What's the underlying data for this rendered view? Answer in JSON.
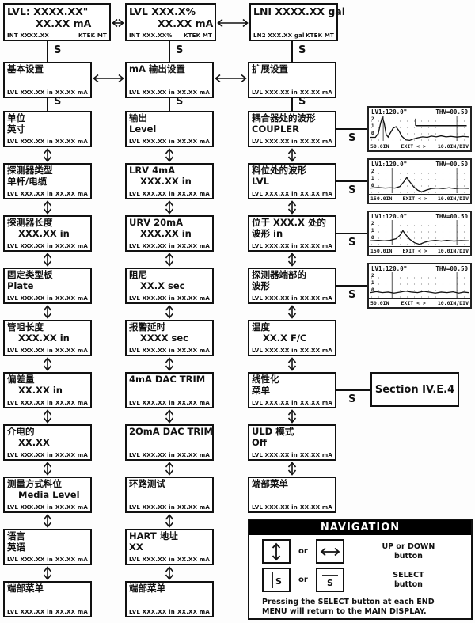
{
  "labels": {
    "s": "S",
    "or": "or"
  },
  "status": {
    "left": "LVL XXX.XX in",
    "right": "XX.XX mA"
  },
  "top_displays": [
    {
      "lines": [
        "LVL: XXXX.XX\"",
        "XX.XX mA"
      ],
      "ind": true,
      "foot_left": "INT XXXX.XX",
      "foot_right": "KTEK MT"
    },
    {
      "lines": [
        "LVL XXX.X%",
        "XX.XX mA"
      ],
      "ind": true,
      "foot_left": "INT XXX.XX%",
      "foot_right": "KTEK MT"
    },
    {
      "lines": [
        "LNI XXXX.XX gal"
      ],
      "foot_left": "LN2 XXX.XX gal",
      "foot_right": "KTEK MT"
    }
  ],
  "settings_row": [
    {
      "lines": [
        "基本设置"
      ]
    },
    {
      "lines": [
        "mA 输出设置"
      ]
    },
    {
      "lines": [
        "扩展设置"
      ]
    }
  ],
  "columns": [
    {
      "boxes": [
        {
          "lines": [
            "单位",
            "英寸"
          ]
        },
        {
          "lines": [
            "探测器类型",
            "单杆/电缆"
          ]
        },
        {
          "lines": [
            "探测器长度",
            "XXX.XX in"
          ],
          "ind": true
        },
        {
          "lines": [
            "固定类型板",
            "Plate"
          ]
        },
        {
          "lines": [
            "管咀长度",
            "XXX.XX in"
          ],
          "ind": true
        },
        {
          "lines": [
            "偏差量",
            "XX.XX in"
          ],
          "ind": true
        },
        {
          "lines": [
            "介电的",
            "XX.XX"
          ],
          "ind": true
        },
        {
          "lines": [
            "测量方式料位",
            "Media Level"
          ],
          "ind": true
        },
        {
          "lines": [
            "语言",
            "英语"
          ]
        },
        {
          "lines": [
            "端部菜单"
          ]
        }
      ]
    },
    {
      "boxes": [
        {
          "lines": [
            "输出",
            "Level"
          ]
        },
        {
          "lines": [
            "LRV 4mA",
            "XXX.XX in"
          ],
          "ind": true
        },
        {
          "lines": [
            "URV 20mA",
            "XXX.XX in"
          ],
          "ind": true
        },
        {
          "lines": [
            "阻尼",
            "XX.X sec"
          ],
          "ind": true
        },
        {
          "lines": [
            "报警延时",
            "XXXX sec"
          ],
          "ind": true
        },
        {
          "lines": [
            "4mA DAC TRIM"
          ]
        },
        {
          "lines": [
            "2OmA DAC TRIM"
          ]
        },
        {
          "lines": [
            "环路测试"
          ]
        },
        {
          "lines": [
            "HART 地址",
            "XX"
          ]
        },
        {
          "lines": [
            "端部菜单"
          ]
        }
      ]
    },
    {
      "boxes": [
        {
          "lines": [
            "耦合器处的波形",
            "COUPLER"
          ],
          "link": true
        },
        {
          "lines": [
            "料位处的波形",
            "LVL"
          ],
          "link": true
        },
        {
          "lines": [
            "位于 XXX.X 处的",
            "波形 in"
          ],
          "link": true
        },
        {
          "lines": [
            "探测器端部的",
            "波形"
          ],
          "link": true
        },
        {
          "lines": [
            "温度",
            "XX.X F/C"
          ],
          "ind": true
        },
        {
          "lines": [
            "线性化",
            "菜单"
          ],
          "link": true,
          "section": true
        },
        {
          "lines": [
            "ULD 模式",
            "Off"
          ]
        },
        {
          "lines": [
            "端部菜单"
          ]
        }
      ]
    }
  ],
  "waveforms": [
    {
      "header_left": "LV1:120.0\"",
      "header_right": "THV=00.50",
      "range": "50.0IN",
      "exit": "EXIT < >",
      "scale": "10.0IN/DIV",
      "y_labels": [
        "2",
        "1",
        "0"
      ],
      "vlines": [
        [
          13,
          0,
          100
        ],
        [
          88,
          0,
          100
        ]
      ],
      "extra": [
        [
          46,
          12,
          46,
          40
        ],
        [
          46,
          40,
          98,
          40
        ]
      ],
      "trace": [
        [
          0,
          86
        ],
        [
          5,
          86
        ],
        [
          8,
          70
        ],
        [
          10,
          35
        ],
        [
          12,
          6
        ],
        [
          14,
          30
        ],
        [
          16,
          75
        ],
        [
          18,
          85
        ],
        [
          20,
          70
        ],
        [
          23,
          50
        ],
        [
          26,
          44
        ],
        [
          29,
          60
        ],
        [
          32,
          82
        ],
        [
          36,
          96
        ],
        [
          40,
          98
        ],
        [
          44,
          92
        ],
        [
          48,
          88
        ],
        [
          53,
          84
        ],
        [
          58,
          86
        ],
        [
          62,
          81
        ],
        [
          67,
          84
        ],
        [
          72,
          80
        ],
        [
          77,
          84
        ],
        [
          82,
          82
        ],
        [
          88,
          85
        ],
        [
          94,
          82
        ],
        [
          100,
          84
        ]
      ]
    },
    {
      "header_left": "LV1:120.0\"",
      "header_right": "THV=00.50",
      "range": "150.0IN",
      "exit": "EXIT < >",
      "scale": "10.0IN/DIV",
      "y_labels": [
        "2",
        "1",
        "0"
      ],
      "vlines": [
        [
          22,
          0,
          100
        ],
        [
          88,
          0,
          100
        ]
      ],
      "extra": [],
      "trace": [
        [
          0,
          80
        ],
        [
          8,
          78
        ],
        [
          15,
          80
        ],
        [
          20,
          79
        ],
        [
          25,
          80
        ],
        [
          30,
          74
        ],
        [
          34,
          55
        ],
        [
          37,
          38
        ],
        [
          40,
          55
        ],
        [
          44,
          75
        ],
        [
          48,
          88
        ],
        [
          52,
          95
        ],
        [
          57,
          88
        ],
        [
          62,
          82
        ],
        [
          68,
          80
        ],
        [
          74,
          82
        ],
        [
          80,
          79
        ],
        [
          86,
          82
        ],
        [
          92,
          80
        ],
        [
          100,
          81
        ]
      ]
    },
    {
      "header_left": "LV1:120.0\"",
      "header_right": "THV=00.50",
      "range": "150.0IN",
      "exit": "EXIT < >",
      "scale": "10.0IN/DIV",
      "y_labels": [
        "2",
        "1",
        "0"
      ],
      "vlines": [
        [
          22,
          0,
          100
        ],
        [
          88,
          0,
          100
        ]
      ],
      "extra": [],
      "trace": [
        [
          0,
          82
        ],
        [
          8,
          80
        ],
        [
          14,
          82
        ],
        [
          20,
          80
        ],
        [
          26,
          74
        ],
        [
          30,
          60
        ],
        [
          33,
          42
        ],
        [
          36,
          58
        ],
        [
          40,
          76
        ],
        [
          45,
          90
        ],
        [
          50,
          96
        ],
        [
          55,
          88
        ],
        [
          60,
          83
        ],
        [
          66,
          80
        ],
        [
          72,
          83
        ],
        [
          78,
          80
        ],
        [
          85,
          83
        ],
        [
          92,
          81
        ],
        [
          100,
          82
        ]
      ]
    },
    {
      "header_left": "LV1:120.0\"",
      "header_right": "THV=00.50",
      "range": "50.0IN",
      "exit": "EXIT < >",
      "scale": "10.0IN/DIV",
      "y_labels": [
        "2",
        "1",
        "0"
      ],
      "vlines": [
        [
          22,
          0,
          100
        ],
        [
          88,
          0,
          100
        ]
      ],
      "extra": [],
      "trace": [
        [
          0,
          80
        ],
        [
          6,
          76
        ],
        [
          12,
          80
        ],
        [
          18,
          78
        ],
        [
          24,
          82
        ],
        [
          30,
          78
        ],
        [
          36,
          74
        ],
        [
          42,
          78
        ],
        [
          48,
          80
        ],
        [
          54,
          75
        ],
        [
          60,
          78
        ],
        [
          66,
          82
        ],
        [
          72,
          78
        ],
        [
          78,
          80
        ],
        [
          84,
          77
        ],
        [
          90,
          82
        ],
        [
          95,
          78
        ],
        [
          100,
          80
        ]
      ]
    }
  ],
  "section_box": {
    "label": "Section IV.E.4"
  },
  "navigation": {
    "title": "NAVIGATION",
    "updown_caption_1": "UP or DOWN",
    "updown_caption_2": "button",
    "select_caption_1": "SELECT",
    "select_caption_2": "button",
    "note_1": "Pressing the SELECT button at each END",
    "note_2": "MENU will return to the MAIN DISPLAY."
  }
}
